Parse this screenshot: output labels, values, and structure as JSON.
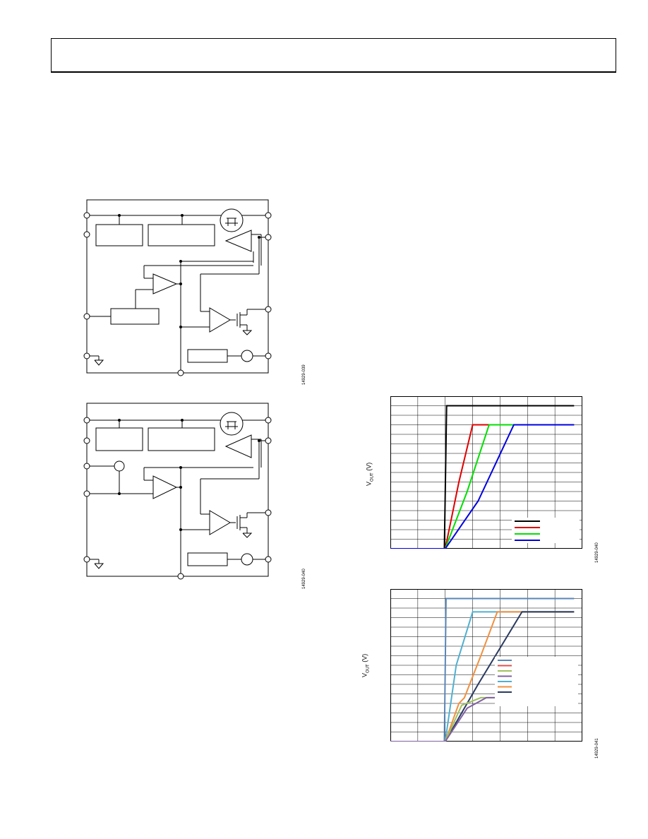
{
  "figures": {
    "fig1": {
      "id": "14929-039"
    },
    "fig2": {
      "id": "14929-040"
    },
    "plot1": {
      "id": "14929-040",
      "ylabel_main": "V",
      "ylabel_sub": "OUT",
      "ylabel_unit": " (V)",
      "legend_colors": [
        "#000000",
        "#e00000",
        "#00e000",
        "#0000e0"
      ]
    },
    "plot2": {
      "id": "14929-041",
      "ylabel_main": "V",
      "ylabel_sub": "OUT",
      "ylabel_unit": " (V)",
      "legend_colors": [
        "#5a86b8",
        "#e05050",
        "#a0c060",
        "#8060a0",
        "#50b0d0",
        "#f09040",
        "#2a3a60"
      ]
    }
  },
  "chart_data": [
    {
      "type": "line",
      "series": [
        {
          "color": "#000000",
          "x": [
            0,
            1.97,
            2.05,
            6.7
          ],
          "y": [
            0,
            0,
            15,
            15
          ]
        },
        {
          "color": "#e00000",
          "x": [
            0,
            2.0,
            2.5,
            3.0,
            6.7
          ],
          "y": [
            0,
            0,
            7,
            13,
            13
          ]
        },
        {
          "color": "#00e000",
          "x": [
            0,
            2.0,
            2.8,
            3.6,
            6.7
          ],
          "y": [
            0,
            0,
            6,
            13,
            13
          ]
        },
        {
          "color": "#0000e0",
          "x": [
            0,
            2.0,
            3.2,
            4.5,
            6.7
          ],
          "y": [
            0,
            0,
            5,
            13,
            13
          ]
        }
      ],
      "xlim": [
        0,
        7
      ],
      "ylim": [
        0,
        16
      ],
      "grid": true
    },
    {
      "type": "line",
      "series": [
        {
          "color": "#5a86b8",
          "x": [
            0,
            1.97,
            2.03,
            6.7
          ],
          "y": [
            0,
            0,
            15,
            15
          ]
        },
        {
          "color": "#50b0d0",
          "x": [
            0,
            2.0,
            2.4,
            3.0,
            6.7
          ],
          "y": [
            0,
            0,
            8,
            13.6,
            13.6
          ]
        },
        {
          "color": "#f09040",
          "x": [
            0,
            2.0,
            2.5,
            2.7,
            3.3,
            3.9,
            6.7
          ],
          "y": [
            0,
            0,
            4,
            4.6,
            9,
            13.6,
            13.6
          ]
        },
        {
          "color": "#2a3a60",
          "x": [
            0,
            2.0,
            3.2,
            4.8,
            6.7
          ],
          "y": [
            0,
            0,
            6,
            13.6,
            13.6
          ]
        },
        {
          "color": "#a0c060",
          "x": [
            0,
            2.0,
            2.6,
            3.3,
            6.7
          ],
          "y": [
            0,
            0,
            3.8,
            4.6,
            4.6
          ]
        },
        {
          "color": "#8060a0",
          "x": [
            0,
            2.0,
            2.8,
            3.5,
            6.7
          ],
          "y": [
            0,
            0,
            3.5,
            4.6,
            4.6
          ]
        }
      ],
      "xlim": [
        0,
        7
      ],
      "ylim": [
        0,
        16
      ],
      "grid": true
    }
  ]
}
